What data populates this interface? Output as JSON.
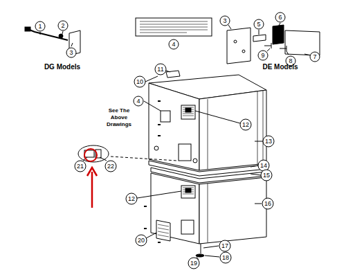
{
  "diagram": {
    "labels": [
      "1",
      "2",
      "3",
      "DG Models",
      "4",
      "3",
      "5",
      "6",
      "9",
      "8",
      "7",
      "DE Models",
      "10",
      "11",
      "4",
      "See The Above Drawings",
      "12",
      "13",
      "14",
      "15",
      "12",
      "16",
      "20",
      "17",
      "18",
      "19",
      "21",
      "22"
    ]
  }
}
